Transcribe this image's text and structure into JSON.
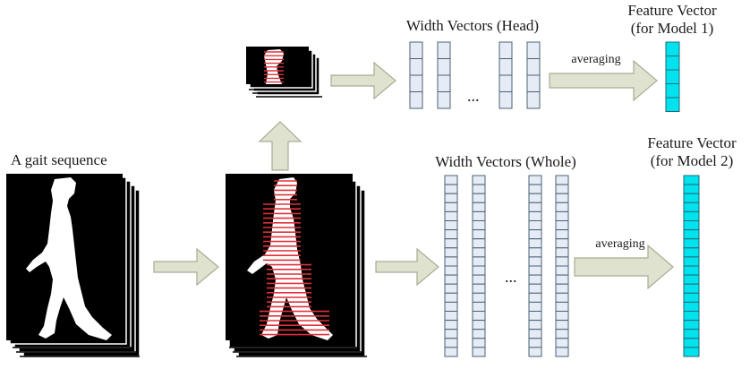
{
  "labels": {
    "gait_sequence": "A gait sequence",
    "width_vectors_head": "Width Vectors (Head)",
    "width_vectors_whole": "Width Vectors (Whole)",
    "feature_vector_1_line1": "Feature Vector",
    "feature_vector_1_line2": "(for Model 1)",
    "feature_vector_2_line1": "Feature Vector",
    "feature_vector_2_line2": "(for Model 2)",
    "averaging_head": "averaging",
    "averaging_whole": "averaging",
    "ellipsis_head": "...",
    "ellipsis_whole": "..."
  },
  "colors": {
    "arrow_fill": "#dfe2cf",
    "arrow_stroke": "#a7ad92",
    "vector_fill": "#e6ecf5",
    "vector_stroke": "#4a6075",
    "feature_fill": "#00e3ee",
    "feature_stroke": "#1f6a75",
    "frame": "#000000",
    "silhouette": "#ffffff",
    "scanline": "#e0303a"
  }
}
